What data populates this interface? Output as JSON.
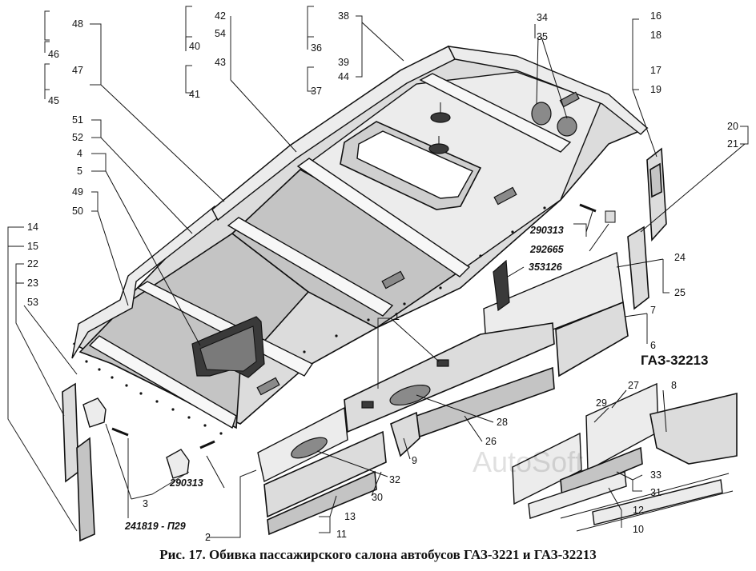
{
  "caption": "Рис. 17. Обивка пассажирского салона  автобусов ГАЗ-3221 и ГАЗ-32213",
  "model_label": "ГАЗ-32213",
  "watermark": "AutoSoft",
  "callouts": [
    "48",
    "47",
    "46",
    "45",
    "42",
    "54",
    "43",
    "40",
    "41",
    "38",
    "39",
    "44",
    "36",
    "37",
    "34",
    "35",
    "16",
    "18",
    "17",
    "19",
    "51",
    "52",
    "4",
    "5",
    "49",
    "50",
    "20",
    "21",
    "14",
    "15",
    "22",
    "23",
    "53",
    "290313",
    "292665",
    "353126",
    "24",
    "25",
    "7",
    "6",
    "1",
    "27",
    "29",
    "8",
    "28",
    "26",
    "9",
    "32",
    "30",
    "13",
    "11",
    "2",
    "3",
    "241819 - П29",
    "290313",
    "33",
    "31",
    "12",
    "10"
  ]
}
